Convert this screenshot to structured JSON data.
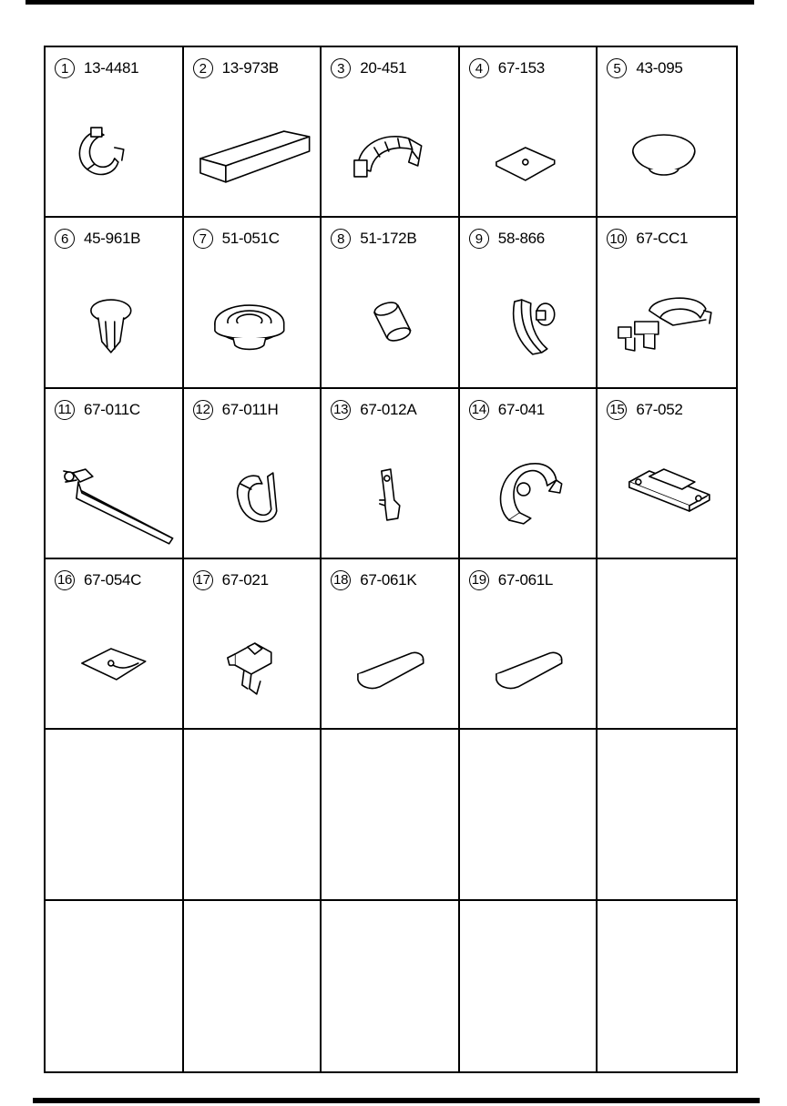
{
  "parts": [
    {
      "number": "1",
      "code": "13-4481",
      "icon": "wire-clip-icon"
    },
    {
      "number": "2",
      "code": "13-973B",
      "icon": "foam-block-icon"
    },
    {
      "number": "3",
      "code": "20-451",
      "icon": "hose-clamp-icon"
    },
    {
      "number": "4",
      "code": "67-153",
      "icon": "square-pad-icon"
    },
    {
      "number": "5",
      "code": "43-095",
      "icon": "plug-cap-icon"
    },
    {
      "number": "6",
      "code": "45-961B",
      "icon": "push-rivet-icon"
    },
    {
      "number": "7",
      "code": "51-051C",
      "icon": "grommet-icon"
    },
    {
      "number": "8",
      "code": "51-172B",
      "icon": "tube-sleeve-icon"
    },
    {
      "number": "9",
      "code": "58-866",
      "icon": "harness-clip-icon"
    },
    {
      "number": "10",
      "code": "67-CC1",
      "icon": "pipe-clamp-icon"
    },
    {
      "number": "11",
      "code": "67-011C",
      "icon": "cable-tie-icon"
    },
    {
      "number": "12",
      "code": "67-011H",
      "icon": "spring-clip-icon"
    },
    {
      "number": "13",
      "code": "67-012A",
      "icon": "small-clip-icon"
    },
    {
      "number": "14",
      "code": "67-041",
      "icon": "hook-clamp-icon"
    },
    {
      "number": "15",
      "code": "67-052",
      "icon": "bracket-icon"
    },
    {
      "number": "16",
      "code": "67-054C",
      "icon": "flat-pad-icon"
    },
    {
      "number": "17",
      "code": "67-021",
      "icon": "snap-clip-icon"
    },
    {
      "number": "18",
      "code": "67-061K",
      "icon": "rounded-pad-icon"
    },
    {
      "number": "19",
      "code": "67-061L",
      "icon": "rounded-pad-icon"
    }
  ],
  "empty_cells": 11
}
